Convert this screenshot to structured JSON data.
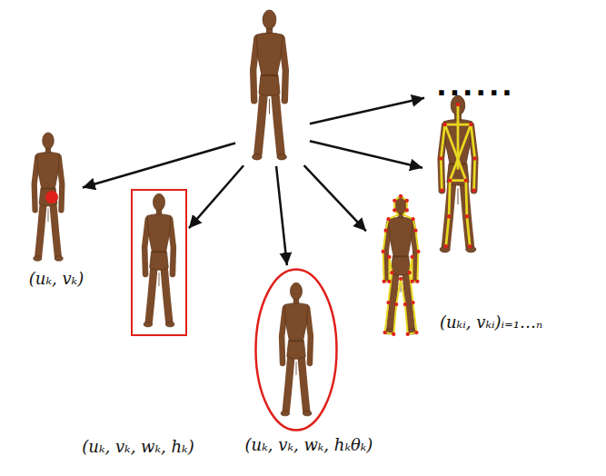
{
  "diagram": {
    "nodes": [
      {
        "text": []
      },
      {
        "text": [
          "(uₖ, vₖ)"
        ]
      },
      {
        "text": [
          "(uₖ, vₖ, wₖ, hₖ)"
        ]
      },
      {
        "text": [
          "(uₖ, vₖ, wₖ, hₖθₖ)"
        ]
      },
      {
        "text": [
          "(uₖᵢ, vₖᵢ)ᵢ₌₁…ₙ"
        ]
      },
      {
        "text": []
      },
      {
        "text": [
          "......"
        ]
      }
    ],
    "edges": [
      {
        "from": 0,
        "to": 1,
        "arrow": "to"
      },
      {
        "from": 0,
        "to": 2,
        "arrow": "to"
      },
      {
        "from": 0,
        "to": 3,
        "arrow": "to"
      },
      {
        "from": 0,
        "to": 4,
        "arrow": "to"
      },
      {
        "from": 0,
        "to": 5,
        "arrow": "to"
      },
      {
        "from": 0,
        "to": 6,
        "arrow": "to"
      }
    ]
  }
}
